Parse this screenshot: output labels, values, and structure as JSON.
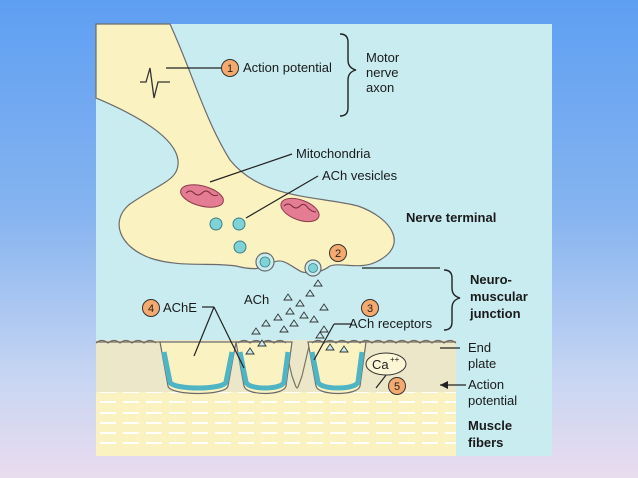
{
  "labels": {
    "step1_num": "1",
    "action_potential_1": "Action potential",
    "motor": "Motor",
    "nerve": "nerve",
    "axon": "axon",
    "mitochondria": "Mitochondria",
    "ach_vesicles": "ACh vesicles",
    "nerve_terminal": "Nerve terminal",
    "step2_num": "2",
    "neuro": "Neuro-",
    "muscular": "muscular",
    "junction": "junction",
    "step4_num": "4",
    "ache": "AChE",
    "ach": "ACh",
    "step3_num": "3",
    "ach_receptors": "ACh receptors",
    "end": "End",
    "plate": "plate",
    "ca": "Ca",
    "ca_sup": "++",
    "step5_num": "5",
    "action_2": "Action",
    "potential_2": "potential",
    "muscle": "Muscle",
    "fibers": "fibers"
  },
  "colors": {
    "panel_bg": "#c8ecf0",
    "nerve_fill": "#fbf2c2",
    "mito_fill": "#e47c93",
    "vesicle_fill": "#7fd3d6",
    "receptor_fill": "#4fb4c4",
    "badge_fill": "#f4aa6e"
  }
}
